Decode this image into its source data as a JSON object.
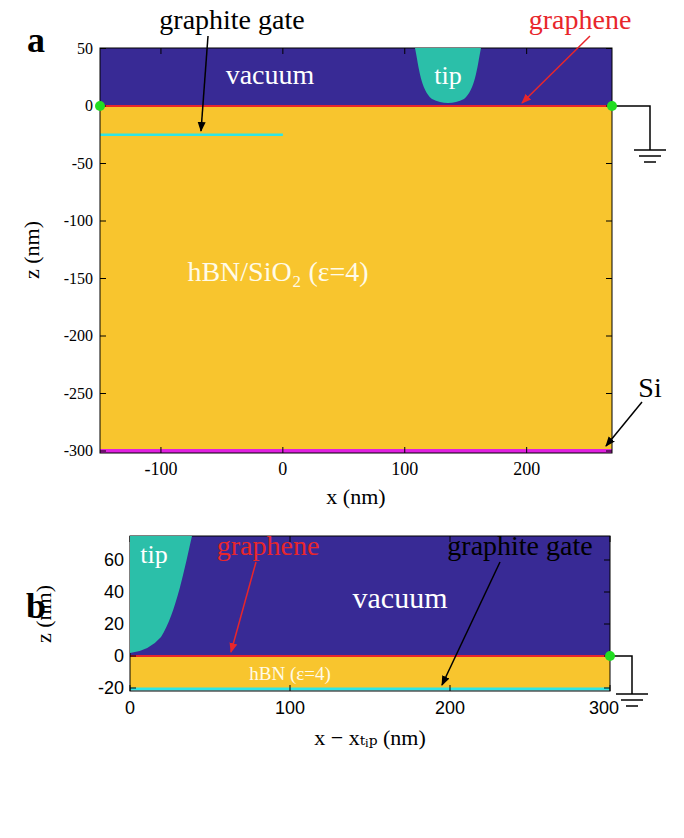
{
  "diagram": {
    "nodes": [
      {
        "text": [
          "vacuum"
        ]
      },
      {
        "text": [
          "tip"
        ],
        "in": 0
      },
      {
        "text": [
          "hBN/SiO₂ (ε=4)"
        ]
      },
      {
        "text": [
          "vacuum"
        ]
      },
      {
        "text": [
          "tip"
        ],
        "in": 3
      },
      {
        "text": [
          "hBN (ε=4)"
        ]
      }
    ],
    "labels": [
      "a",
      "graphite gate",
      "graphene",
      "Si",
      "50",
      "0",
      "-50",
      "-100",
      "-150",
      "-200",
      "-250",
      "-300",
      "z (nm)",
      "-100",
      "0",
      "100",
      "200",
      "x (nm)",
      "b",
      "graphene",
      "graphite gate",
      "60",
      "40",
      "20",
      "0",
      "-20",
      "z (nm)",
      "0",
      "100",
      "200",
      "300",
      "x − xₜᵢₚ (nm)"
    ]
  }
}
